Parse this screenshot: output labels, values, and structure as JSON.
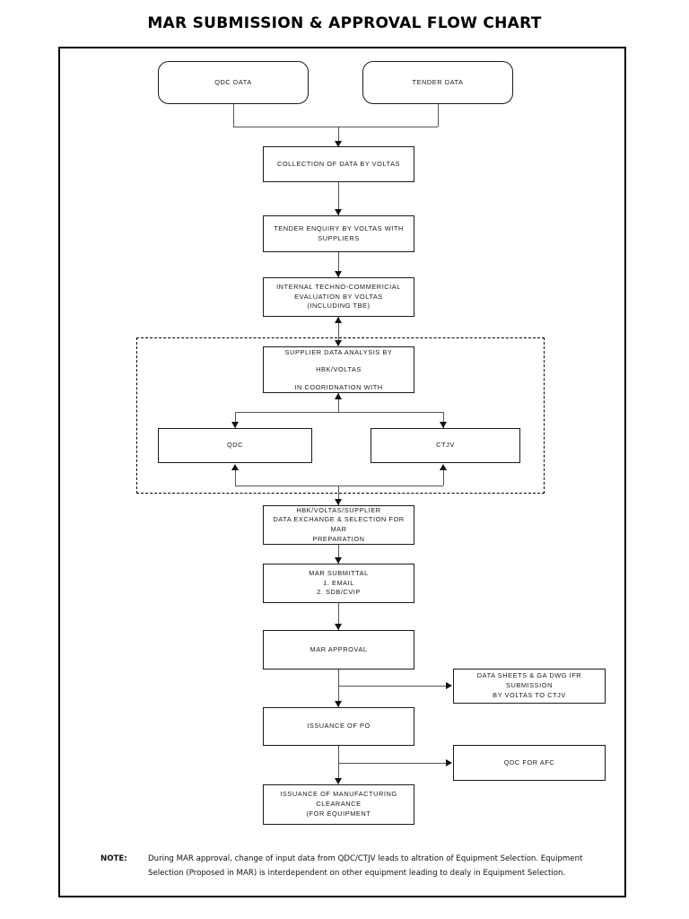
{
  "title": "MAR SUBMISSION & APPROVAL FLOW CHART",
  "nodes": {
    "qdc_data": "QDC DATA",
    "tender_data": "TENDER DATA",
    "collection": "COLLECTION OF DATA BY VOLTAS",
    "tender_enquiry_l1": "TENDER ENQUIRY BY VOLTAS WITH",
    "tender_enquiry_l2": "SUPPLIERS",
    "internal_eval_l1": "INTERNAL TECHNO-COMMERICIAL",
    "internal_eval_l2": "EVALUATION  BY VOLTAS",
    "internal_eval_l3": "(INCLUDING TBE)",
    "supplier_analysis_l1": "SUPPLIER DATA ANALYSIS BY HBK/VOLTAS",
    "supplier_analysis_l2": "IN COORIDNATION WITH",
    "qdc": "QDC",
    "ctjv": "CTJV",
    "data_exchange_l1": "HBK/VOLTAS/SUPPLIER",
    "data_exchange_l2": "DATA EXCHANGE & SELECTION FOR MAR",
    "data_exchange_l3": "PREPARATION",
    "mar_submittal_l1": "MAR SUBMITTAL",
    "mar_submittal_l2": "1. EMAIL",
    "mar_submittal_l3": "2. SDB/CVIP",
    "mar_approval": "MAR APPROVAL",
    "data_sheets_l1": "DATA SHEETS & GA DWG IFR SUBMISSION",
    "data_sheets_l2": "BY VOLTAS TO CTJV",
    "issuance_po": "ISSUANCE OF PO",
    "qdc_for_afc": "QDC FOR AFC",
    "manufacturing_l1": "ISSUANCE OF MANUFACTURING",
    "manufacturing_l2": "CLEARANCE",
    "manufacturing_l3": "(FOR EQUIPMENT"
  },
  "note": {
    "label": "NOTE:",
    "text": "During MAR approval, change of input data from QDC/CTJV leads to altration of Equipment Selection. Equipment Selection (Proposed in MAR) is interdependent on other equipment leading to dealy in Equipment Selection."
  },
  "colors": {
    "frame": "#000000",
    "box_border": "#1a1a1a",
    "connector": "#555555",
    "arrow": "#111111",
    "text": "#1a1a1a",
    "background": "#ffffff"
  }
}
